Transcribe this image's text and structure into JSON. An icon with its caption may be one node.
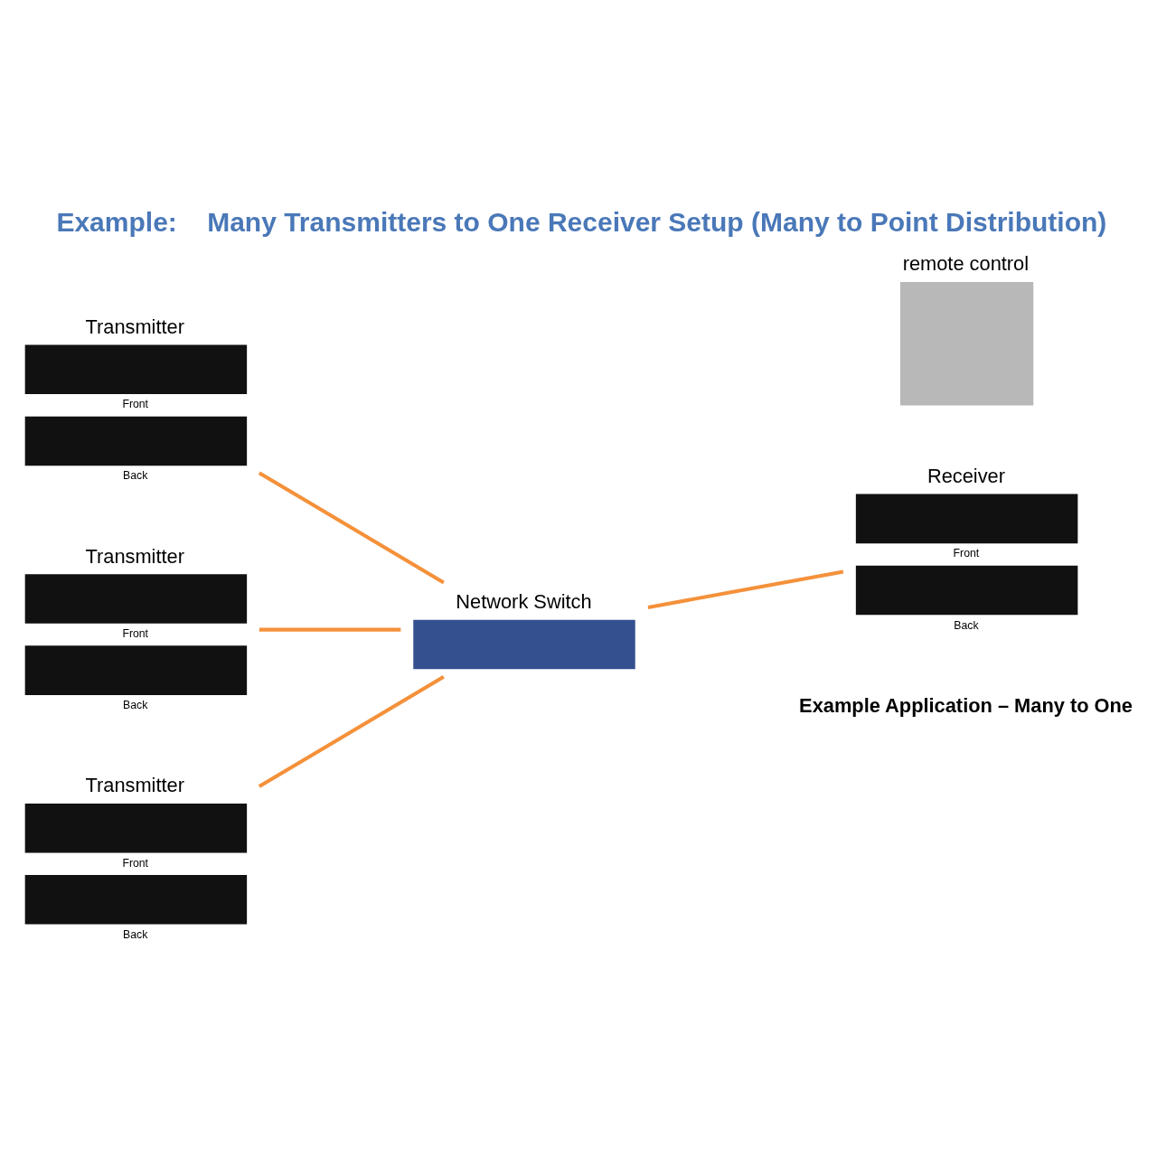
{
  "diagram": {
    "title": "Example:    Many Transmitters to One Receiver Setup (Many to Point Distribution)",
    "caption": "Example Application – Many to One",
    "nodes": [
      {
        "text": [
          "Transmitter",
          "Front",
          "Back"
        ]
      },
      {
        "text": [
          "Transmitter",
          "Front",
          "Back"
        ]
      },
      {
        "text": [
          "Transmitter",
          "Front",
          "Back"
        ]
      },
      {
        "text": [
          "Receiver",
          "Front",
          "Back"
        ]
      },
      {
        "text": [
          "Network Switch"
        ]
      },
      {
        "text": [
          "remote control"
        ]
      }
    ],
    "edges": [
      {
        "from": 0,
        "to": 4,
        "arrow": "none",
        "color": "#f4913a"
      },
      {
        "from": 1,
        "to": 4,
        "arrow": "none",
        "color": "#f4913a"
      },
      {
        "from": 2,
        "to": 4,
        "arrow": "none",
        "color": "#f4913a"
      },
      {
        "from": 4,
        "to": 3,
        "arrow": "none",
        "color": "#f4913a"
      }
    ]
  }
}
